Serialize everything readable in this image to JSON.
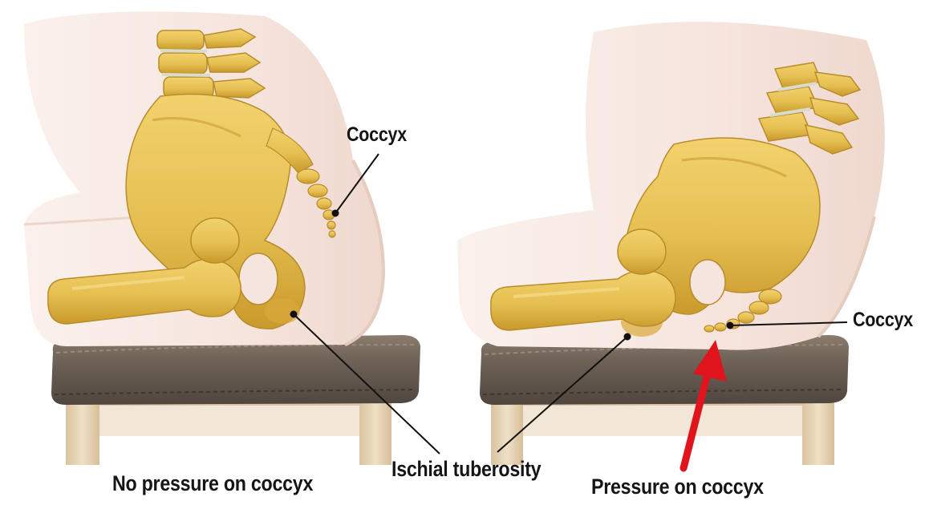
{
  "labels": {
    "coccyx_left": "Coccyx",
    "coccyx_right": "Coccyx",
    "no_pressure": "No pressure on coccyx",
    "ischial_tuberosity": "Ischial tuberosity",
    "pressure": "Pressure on coccyx"
  },
  "colors": {
    "bone": "#e8c45a",
    "bone_shade": "#c99a2a",
    "skin": "#f6e6df",
    "skin_shade": "#ead2c8",
    "seat": "#6e6258",
    "seat_top": "#857768",
    "chair_wood": "#ead9bd",
    "leader_line": "#111111",
    "pressure_arrow": "#e0141c"
  }
}
